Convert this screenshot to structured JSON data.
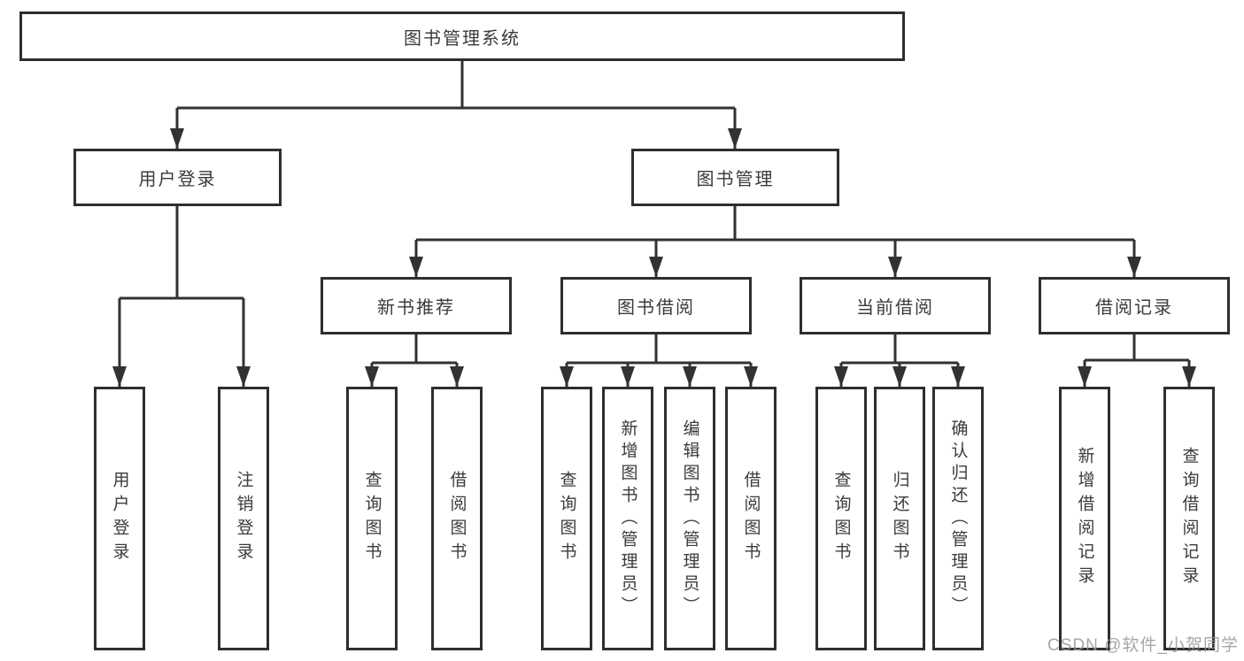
{
  "diagram": {
    "root": {
      "label": "图书管理系统"
    },
    "branches": [
      {
        "label": "用户登录",
        "children": [
          {
            "label": "用户登录"
          },
          {
            "label": "注销登录"
          }
        ]
      },
      {
        "label": "图书管理",
        "children": [
          {
            "label": "新书推荐",
            "children": [
              {
                "label": "查询图书"
              },
              {
                "label": "借阅图书"
              }
            ]
          },
          {
            "label": "图书借阅",
            "children": [
              {
                "label": "查询图书"
              },
              {
                "label": "新增图书（管理员）"
              },
              {
                "label": "编辑图书（管理员）"
              },
              {
                "label": "借阅图书"
              }
            ]
          },
          {
            "label": "当前借阅",
            "children": [
              {
                "label": "查询图书"
              },
              {
                "label": "归还图书"
              },
              {
                "label": "确认归还（管理员）"
              }
            ]
          },
          {
            "label": "借阅记录",
            "children": [
              {
                "label": "新增借阅记录"
              },
              {
                "label": "查询借阅记录"
              }
            ]
          }
        ]
      }
    ]
  },
  "watermark": {
    "text": "CSDN @软件_小贺同学"
  },
  "colors": {
    "line": "#323232",
    "border": "#2e2e2e",
    "text": "#3b3b3b",
    "watermark": "#a3a3a3"
  }
}
